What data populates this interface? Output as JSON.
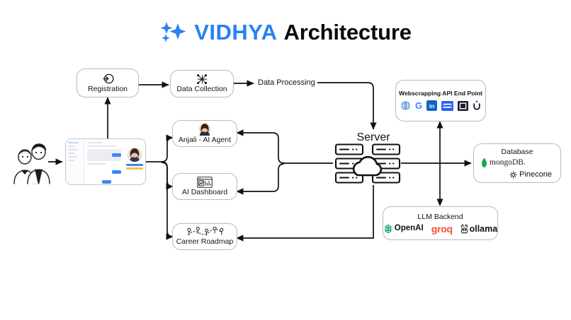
{
  "title": {
    "logo_icon": "sparkle-logo",
    "brand": "VIDHYA",
    "word": "Architecture",
    "brand_color": "#2682f5"
  },
  "actors": {
    "users_icon": "two-users-illustration",
    "device_name": "tablet-device"
  },
  "nodes": {
    "registration": {
      "label": "Registration",
      "icon": "login-arrow-icon"
    },
    "data_collection": {
      "label": "Data Collection",
      "icon": "network-nodes-icon"
    },
    "data_processing": {
      "label": "Data Processing"
    },
    "anjali_agent": {
      "label": "Anjali - AI Agent",
      "icon": "agent-avatar-photo"
    },
    "ai_dashboard": {
      "label": "AI Dashboard",
      "icon": "dashboard-chart-icon"
    },
    "career_roadmap": {
      "label": "Career Roadmap",
      "icon": "roadmap-milestones-icon"
    },
    "server": {
      "label": "Server",
      "icon": "cloud-server-racks-icon"
    },
    "webscrapping": {
      "label": "Webscrapping API End Point",
      "logos": [
        {
          "name": "globe-icon",
          "text": "",
          "color": "#3b7fd4"
        },
        {
          "name": "google-icon",
          "text": "G",
          "color": "#4285f4"
        },
        {
          "name": "linkedin-icon",
          "text": "in",
          "color": "#0a66c2"
        },
        {
          "name": "indeed-icon",
          "text": "",
          "color": "#2164f3"
        },
        {
          "name": "naukri-icon",
          "text": "",
          "color": "#1b1b1f"
        },
        {
          "name": "unstop-icon",
          "text": "U",
          "color": "#1b1b1f"
        }
      ]
    },
    "database": {
      "label": "Database",
      "logos": [
        {
          "name": "mongodb-icon",
          "text": "mongoDB.",
          "color": "#13aa52"
        },
        {
          "name": "pinecone-icon",
          "text": "Pinecone",
          "color": "#111111"
        }
      ]
    },
    "llm_backend": {
      "label": "LLM Backend",
      "logos": [
        {
          "name": "openai-icon",
          "text": "OpenAI",
          "color": "#10a37f"
        },
        {
          "name": "groq-icon",
          "text": "groq",
          "color": "#f55036"
        },
        {
          "name": "ollama-icon",
          "text": "ollama",
          "color": "#111111"
        }
      ]
    }
  },
  "edges": {
    "users_to_device": "arrow",
    "device_to_registration": "arrow-up",
    "registration_to_collection": "arrow-right",
    "collection_to_processing": "arrow-right",
    "processing_to_server": "arrow-down",
    "device_to_agent": "arrow-right",
    "device_to_dashboard": "arrow-right",
    "device_to_roadmap": "arrow-right",
    "server_to_agent": "arrow-left",
    "server_to_dashboard": "arrow-left",
    "server_to_roadmap": "arrow-left",
    "server_to_webscrapping": "arrow-up",
    "server_to_database": "arrow-right",
    "server_to_llm": "arrow-down"
  }
}
